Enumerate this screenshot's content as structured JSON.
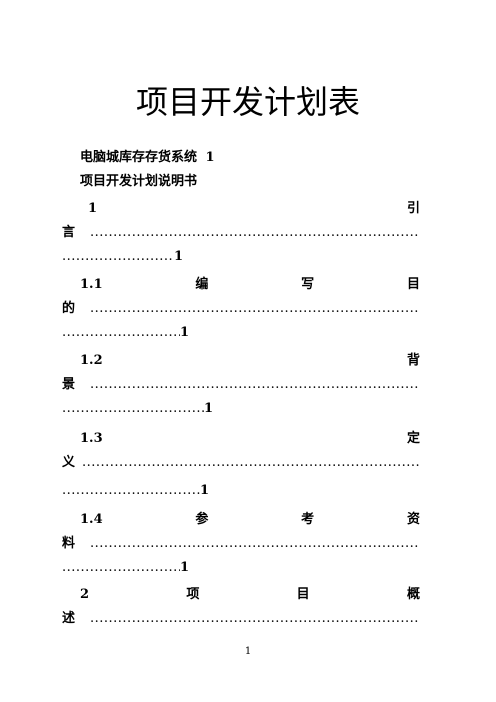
{
  "title": "项目开发计划表",
  "system_name": "电脑城库存存货系统",
  "system_page": "1",
  "doc_name": "项目开发计划说明书",
  "dot_run": "........................................................................................................................................",
  "toc": [
    {
      "num": "1",
      "chars": [
        "引",
        "言"
      ],
      "page": "1"
    },
    {
      "num": "1.1",
      "chars": [
        "编",
        "写",
        "目",
        "的"
      ],
      "page": "1"
    },
    {
      "num": "1.2",
      "chars": [
        "背",
        "景"
      ],
      "page": "1"
    },
    {
      "num": "1.3",
      "chars": [
        "定",
        "义"
      ],
      "page": "1"
    },
    {
      "num": "1.4",
      "chars": [
        "参",
        "考",
        "资",
        "料"
      ],
      "page": "1"
    },
    {
      "num": "2",
      "chars": [
        "项",
        "目",
        "概",
        "述"
      ],
      "page": ""
    }
  ],
  "page_number": "1"
}
